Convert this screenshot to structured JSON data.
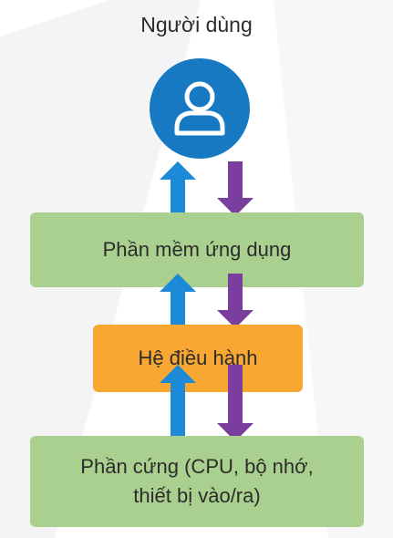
{
  "user": {
    "title": "Người dùng",
    "icon": "user-icon"
  },
  "layers": {
    "application": "Phần mềm ứng dụng",
    "operating_system": "Hệ điều hành",
    "hardware_line1": "Phần cứng (CPU, bộ nhớ,",
    "hardware_line2": "thiết bị vào/ra)"
  },
  "colors": {
    "user_circle": "#1679c1",
    "layer_green": "#a9d08e",
    "layer_orange": "#f7a732",
    "arrow_up": "#1c8ad6",
    "arrow_down": "#7a3f9e"
  }
}
